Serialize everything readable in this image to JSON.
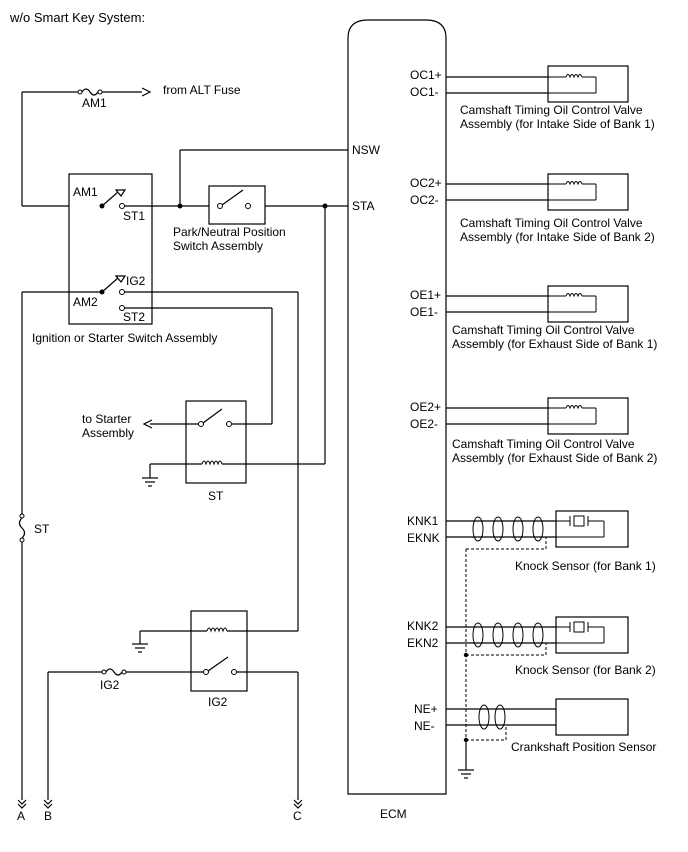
{
  "diagram": {
    "title": "w/o Smart Key System:",
    "ecm": {
      "label": "ECM",
      "pins": {
        "nsw": "NSW",
        "sta": "STA",
        "oc1p": "OC1+",
        "oc1m": "OC1-",
        "oc2p": "OC2+",
        "oc2m": "OC2-",
        "oe1p": "OE1+",
        "oe1m": "OE1-",
        "oe2p": "OE2+",
        "oe2m": "OE2-",
        "knk1": "KNK1",
        "eknk": "EKNK",
        "knk2": "KNK2",
        "ekn2": "EKN2",
        "nep": "NE+",
        "nem": "NE-"
      }
    },
    "fuses": {
      "am1": "AM1",
      "st": "ST",
      "ig2": "IG2"
    },
    "from_alt": "from ALT Fuse",
    "ignition_switch": {
      "am1": "AM1",
      "st1": "ST1",
      "ig2": "IG2",
      "am2": "AM2",
      "st2": "ST2",
      "label": "Ignition or Starter Switch Assembly"
    },
    "pnp_switch": {
      "line1": "Park/Neutral Position",
      "line2": "Switch Assembly"
    },
    "starter": {
      "line1": "to Starter",
      "line2": "Assembly"
    },
    "relays": {
      "st": "ST",
      "ig2": "IG2"
    },
    "valves": {
      "v1": {
        "line1": "Camshaft Timing Oil Control Valve",
        "line2": "Assembly (for Intake Side of Bank 1)"
      },
      "v2": {
        "line1": "Camshaft Timing Oil Control Valve",
        "line2": "Assembly (for Intake Side of Bank 2)"
      },
      "v3": {
        "line1": "Camshaft Timing Oil Control Valve",
        "line2": "Assembly (for Exhaust Side of Bank 1)"
      },
      "v4": {
        "line1": "Camshaft Timing Oil Control Valve",
        "line2": "Assembly (for Exhaust Side of Bank 2)"
      }
    },
    "sensors": {
      "knock1": "Knock Sensor (for Bank 1)",
      "knock2": "Knock Sensor (for Bank 2)",
      "crank": "Crankshaft Position Sensor"
    },
    "connectors": {
      "a": "A",
      "b": "B",
      "c": "C"
    }
  }
}
